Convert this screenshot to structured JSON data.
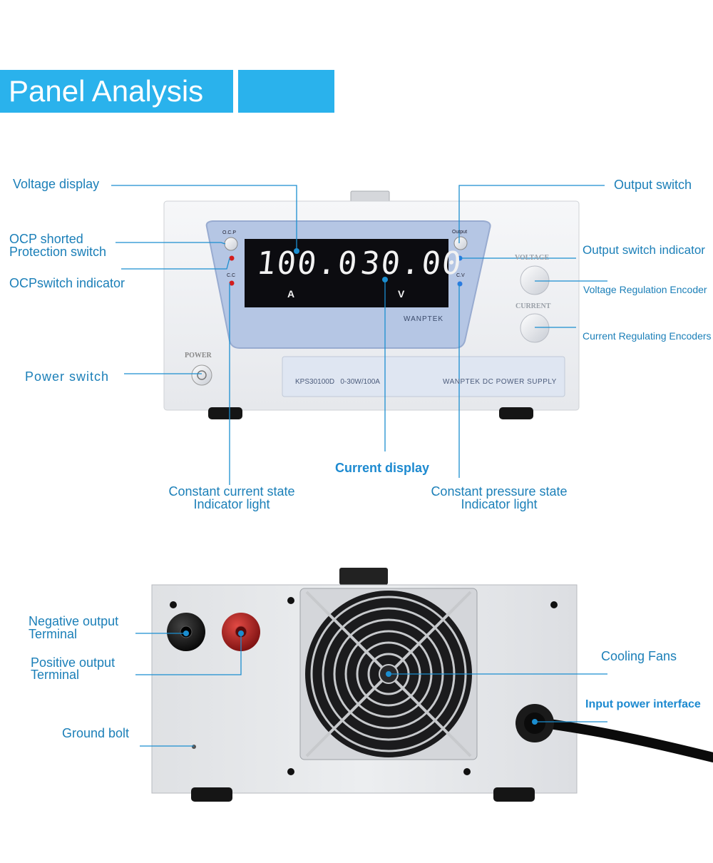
{
  "header": {
    "title": "Panel Analysis"
  },
  "front_panel": {
    "ocp_label": "O.C.P",
    "output_label": "Output",
    "cc_label": "C.C",
    "cv_label": "C.V",
    "display_current": "100.0",
    "display_voltage": "30.00",
    "unit_current": "A",
    "unit_voltage": "V",
    "brand": "WANPTEK",
    "voltage_knob_label": "VOLTAGE",
    "current_knob_label": "CURRENT",
    "power_label": "POWER",
    "model_text": "KPS30100D   0-30W/100A",
    "product_text": "WANPTEK DC POWER SUPPLY"
  },
  "front_labels": {
    "voltage_display": "Voltage display",
    "ocp_switch": [
      "OCP shorted",
      "Protection switch"
    ],
    "ocp_indicator": "OCPswitch indicator",
    "power_switch": "Power switch",
    "output_switch": "Output switch",
    "output_indicator": "Output switch indicator",
    "voltage_encoder": "Voltage Regulation Encoder",
    "current_encoder": "Current Regulating Encoders",
    "current_display": "Current display",
    "cc_state": [
      "Constant current state",
      "Indicator light"
    ],
    "cv_state": [
      "Constant pressure state",
      "Indicator light"
    ]
  },
  "rear_labels": {
    "negative_terminal": [
      "Negative output",
      "Terminal"
    ],
    "positive_terminal": [
      "Positive output",
      "Terminal"
    ],
    "ground_bolt": "Ground bolt",
    "cooling_fans": "Cooling Fans",
    "input_power": "Input power interface"
  },
  "colors": {
    "accent": "#2ab2ec",
    "label_text": "#1b7fb8",
    "display_bg": "#0c0c10",
    "panel_blue": "#b5c6e4",
    "red_led": "#d41c1c",
    "blue_led": "#2a7be0"
  }
}
